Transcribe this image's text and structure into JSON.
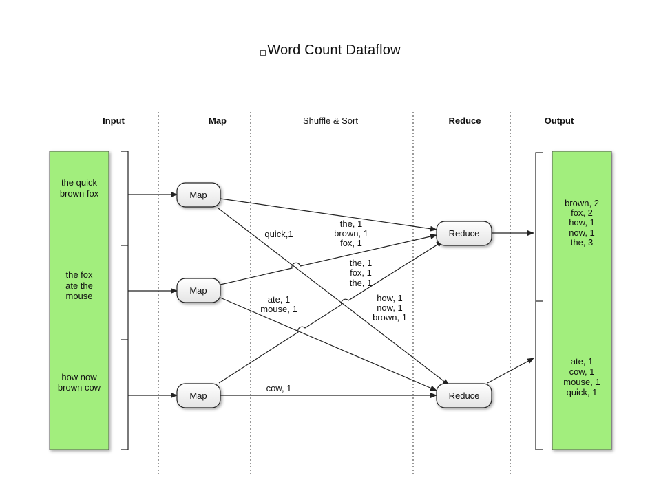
{
  "title": "Word Count Dataflow",
  "columns": {
    "input": "Input",
    "map": "Map",
    "shuffle": "Shuffle & Sort",
    "reduce": "Reduce",
    "output": "Output"
  },
  "colors": {
    "box_fill": "#a2ee7d",
    "node_fill": "#f2f2f2",
    "line": "#222222"
  },
  "input_chunks": [
    [
      "the quick",
      "brown fox"
    ],
    [
      "the fox",
      "ate the",
      "mouse"
    ],
    [
      "how now",
      "brown cow"
    ]
  ],
  "map_label": "Map",
  "reduce_label": "Reduce",
  "intermediate_pairs": {
    "map1_top": [
      "quick,1"
    ],
    "map1_reduce1": [
      "the, 1",
      "brown, 1",
      "fox, 1"
    ],
    "map2_reduce1": [
      "the, 1",
      "fox, 1",
      "the, 1"
    ],
    "map2_reduce2": [
      "ate, 1",
      "mouse, 1"
    ],
    "map3_reduce1": [
      "how, 1",
      "now, 1",
      "brown, 1"
    ],
    "map3_reduce2": [
      "cow, 1"
    ]
  },
  "outputs": [
    [
      "brown, 2",
      "fox, 2",
      "how, 1",
      "now, 1",
      "the, 3"
    ],
    [
      "ate, 1",
      "cow, 1",
      "mouse, 1",
      "quick, 1"
    ]
  ]
}
